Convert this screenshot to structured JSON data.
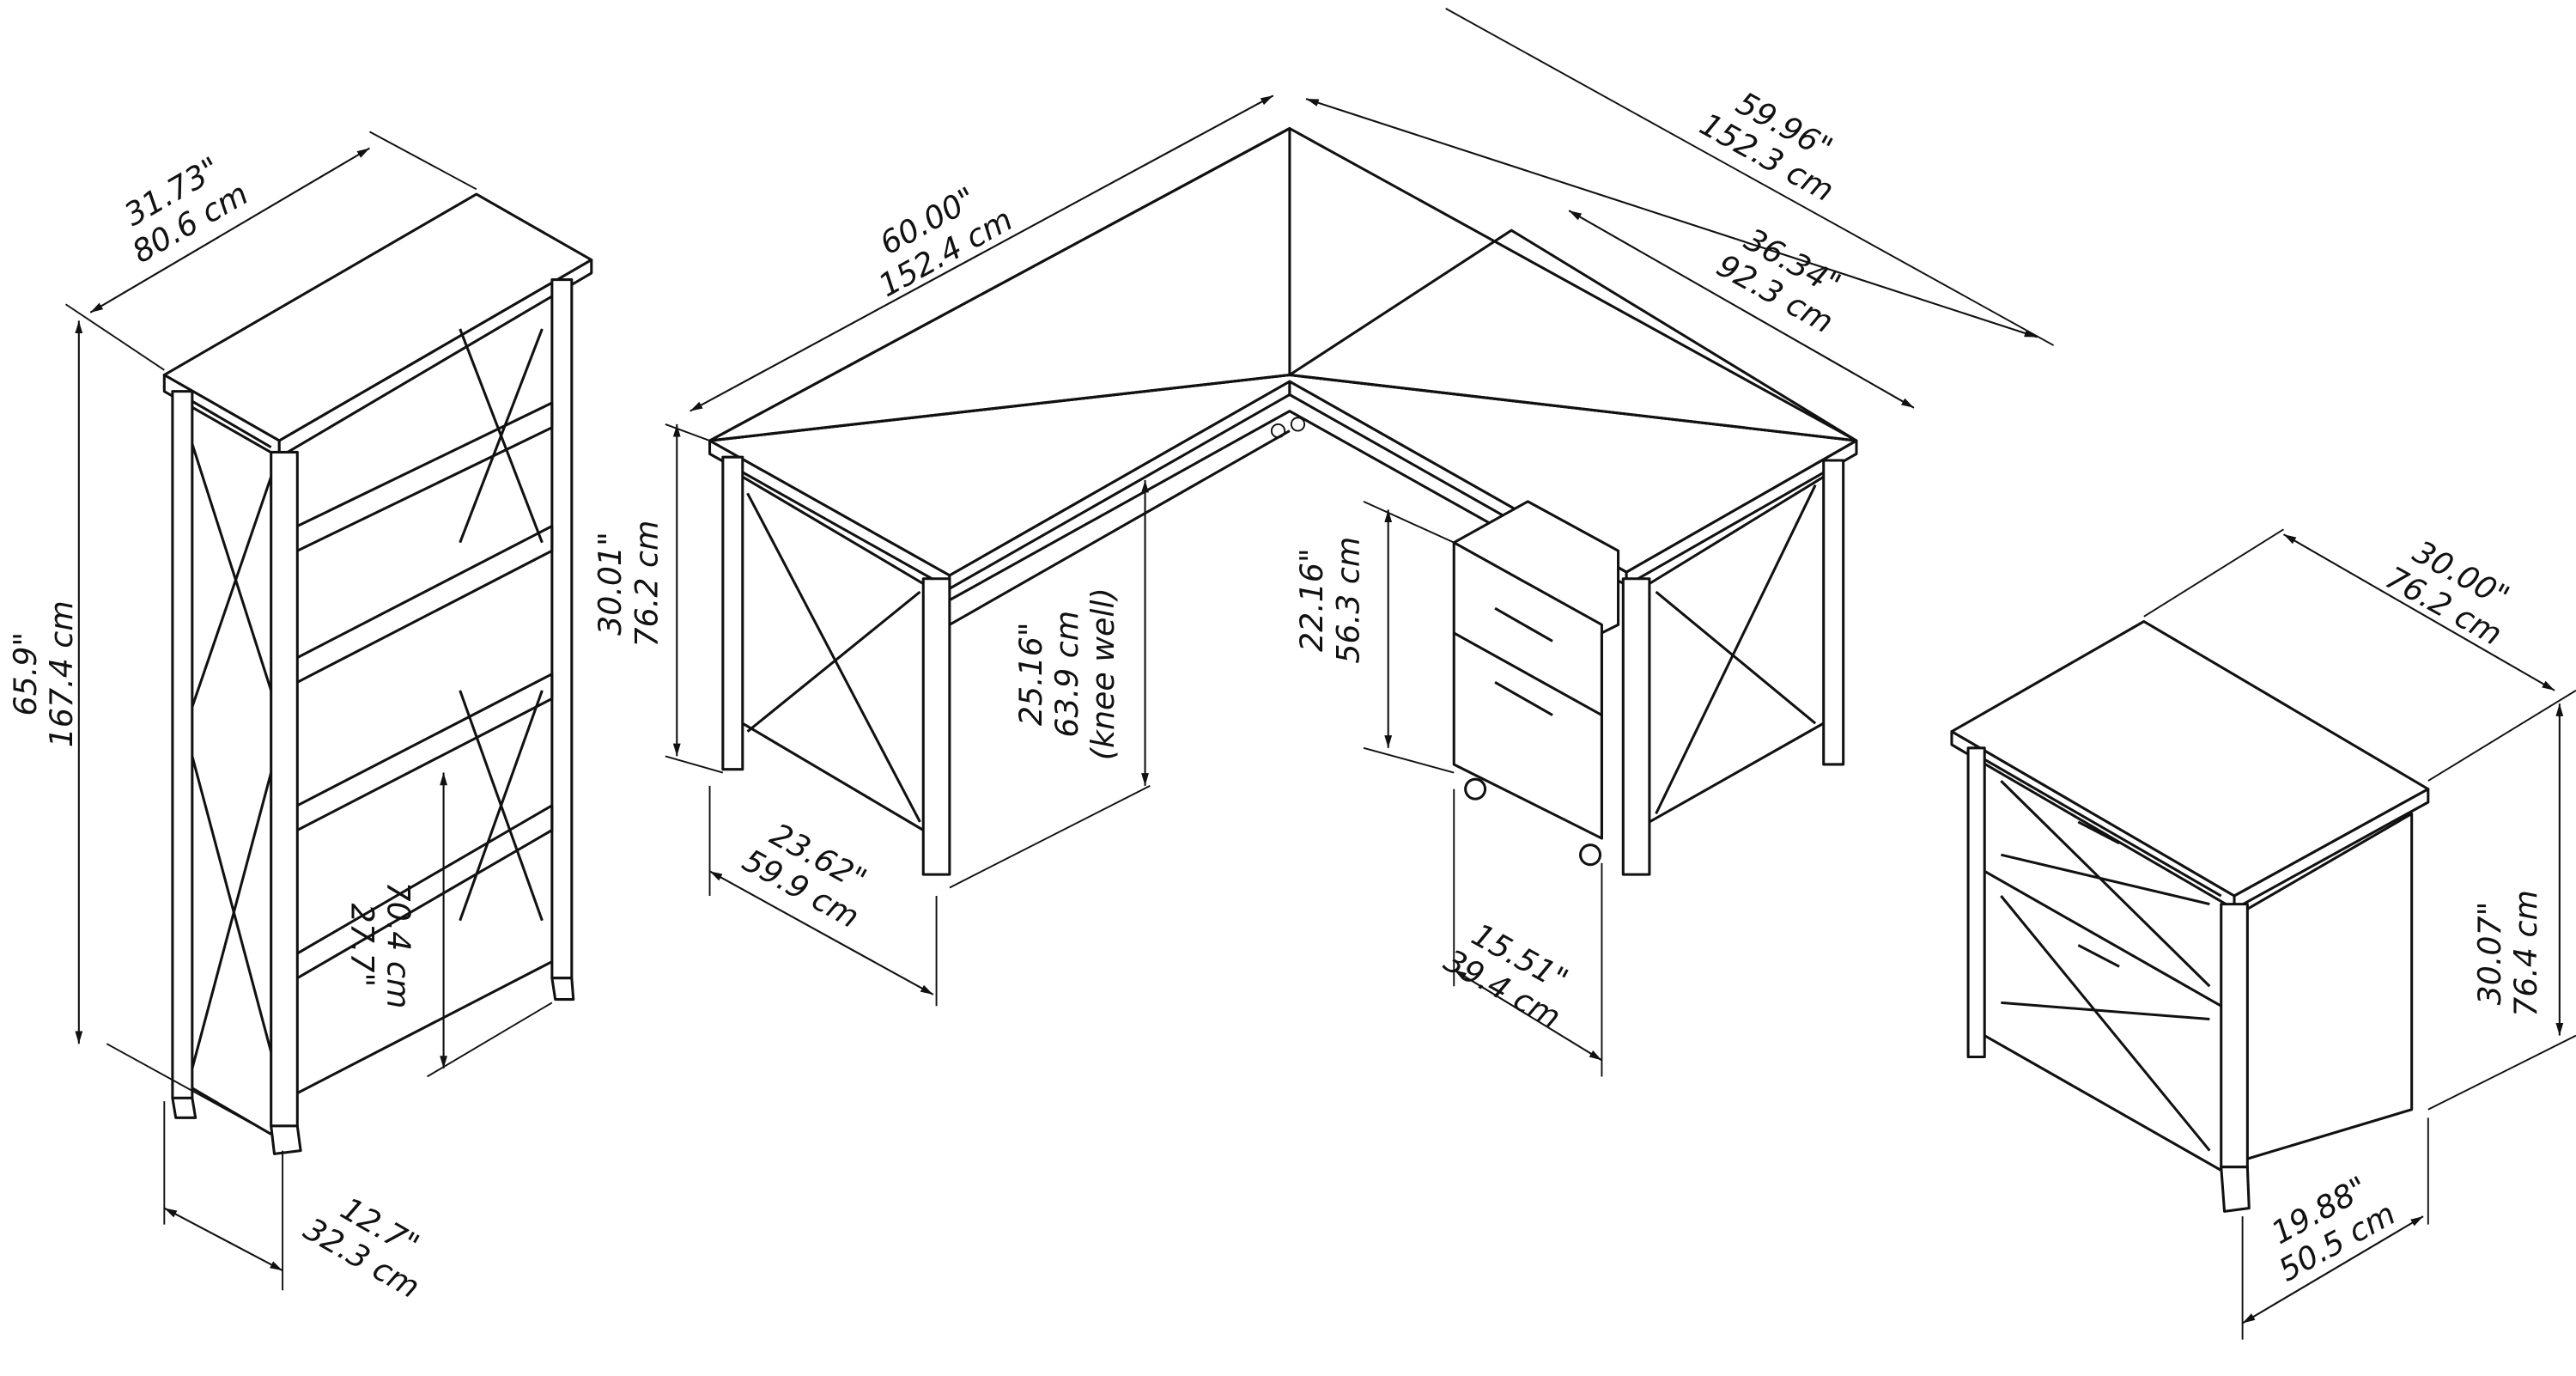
{
  "bookcase": {
    "width": {
      "in": "31.73\"",
      "cm": "80.6 cm"
    },
    "height": {
      "in": "65.9\"",
      "cm": "167.4 cm"
    },
    "shelf_gap": {
      "in": "27.7\"",
      "cm": "70.4 cm"
    },
    "depth": {
      "in": "12.7\"",
      "cm": "32.3 cm"
    }
  },
  "desk": {
    "left_width": {
      "in": "60.00\"",
      "cm": "152.4 cm"
    },
    "right_width": {
      "in": "59.96\"",
      "cm": "152.3 cm"
    },
    "return_length": {
      "in": "36.34\"",
      "cm": "92.3 cm"
    },
    "height": {
      "in": "30.01\"",
      "cm": "76.2 cm"
    },
    "knee_well": {
      "in": "25.16\"",
      "cm": "63.9 cm",
      "note": "(knee well)"
    },
    "depth": {
      "in": "23.62\"",
      "cm": "59.9 cm"
    }
  },
  "mobile_file": {
    "height": {
      "in": "22.16\"",
      "cm": "56.3 cm"
    },
    "depth": {
      "in": "15.51\"",
      "cm": "39.4 cm"
    }
  },
  "lateral_file": {
    "width": {
      "in": "30.00\"",
      "cm": "76.2 cm"
    },
    "height": {
      "in": "30.07\"",
      "cm": "76.4 cm"
    },
    "depth": {
      "in": "19.88\"",
      "cm": "50.5 cm"
    }
  }
}
